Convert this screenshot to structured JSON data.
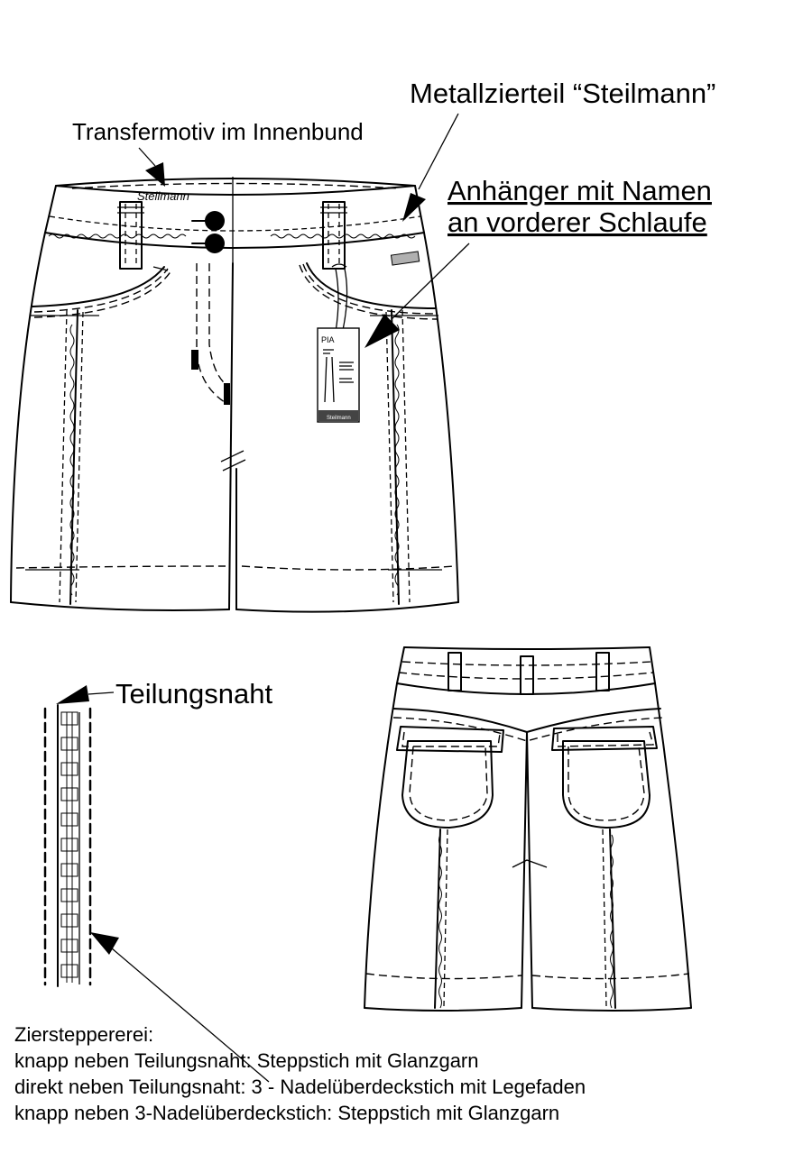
{
  "labels": {
    "transfer_motif": "Transfermotiv im Innenbund",
    "metal_trim": "Metallzierteil “Steilmann”",
    "hang_tag_line1": "Anhänger mit Namen ",
    "hang_tag_line2": "an vorderer Schlaufe",
    "seam": "Teilungsnaht",
    "waistband_logo": "Steilmann"
  },
  "tag": {
    "name": "PIA",
    "brand": "Steilmann"
  },
  "description": {
    "heading": "Ziersteppererei:",
    "lines": [
      "knapp neben Teilungsnaht: Steppstich mit Glanzgarn",
      "direkt neben Teilungsnaht: 3 - Nadelüberdeckstich mit Legefaden",
      "knapp neben 3-Nadelüberdeckstich: Steppstich mit Glanzgarn"
    ]
  },
  "colors": {
    "line": "#000000",
    "background": "#ffffff",
    "trim": "#b0b0b0"
  }
}
